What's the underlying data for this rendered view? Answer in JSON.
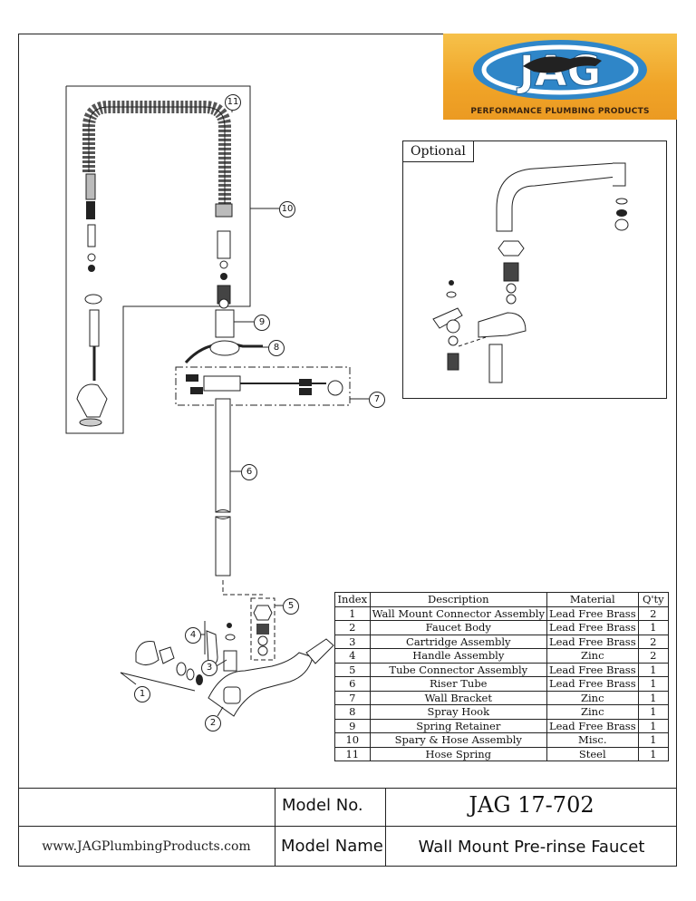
{
  "logo": {
    "letters": "JAG",
    "tagline": "PERFORMANCE PLUMBING PRODUCTS"
  },
  "optional": {
    "label": "Optional"
  },
  "callouts": [
    "1",
    "2",
    "3",
    "4",
    "5",
    "6",
    "7",
    "8",
    "9",
    "10",
    "11"
  ],
  "parts_table": {
    "headers": [
      "Index",
      "Description",
      "Material",
      "Q'ty"
    ],
    "rows": [
      [
        "1",
        "Wall Mount Connector Assembly",
        "Lead Free Brass",
        "2"
      ],
      [
        "2",
        "Faucet Body",
        "Lead Free Brass",
        "1"
      ],
      [
        "3",
        "Cartridge Assembly",
        "Lead Free Brass",
        "2"
      ],
      [
        "4",
        "Handle Assembly",
        "Zinc",
        "2"
      ],
      [
        "5",
        "Tube Connector Assembly",
        "Lead Free Brass",
        "1"
      ],
      [
        "6",
        "Riser Tube",
        "Lead Free Brass",
        "1"
      ],
      [
        "7",
        "Wall Bracket",
        "Zinc",
        "1"
      ],
      [
        "8",
        "Spray Hook",
        "Zinc",
        "1"
      ],
      [
        "9",
        "Spring Retainer",
        "Lead Free Brass",
        "1"
      ],
      [
        "10",
        "Spary & Hose Assembly",
        "Misc.",
        "1"
      ],
      [
        "11",
        "Hose Spring",
        "Steel",
        "1"
      ]
    ]
  },
  "title_block": {
    "model_no_label": "Model No.",
    "model_no": "JAG 17-702",
    "model_name_label": "Model Name",
    "model_name": "Wall Mount Pre-rinse Faucet",
    "website": "www.JAGPlumbingProducts.com"
  },
  "colors": {
    "logo_orange": "#f0a428",
    "logo_blue": "#2f86c8",
    "ink": "#222222"
  }
}
